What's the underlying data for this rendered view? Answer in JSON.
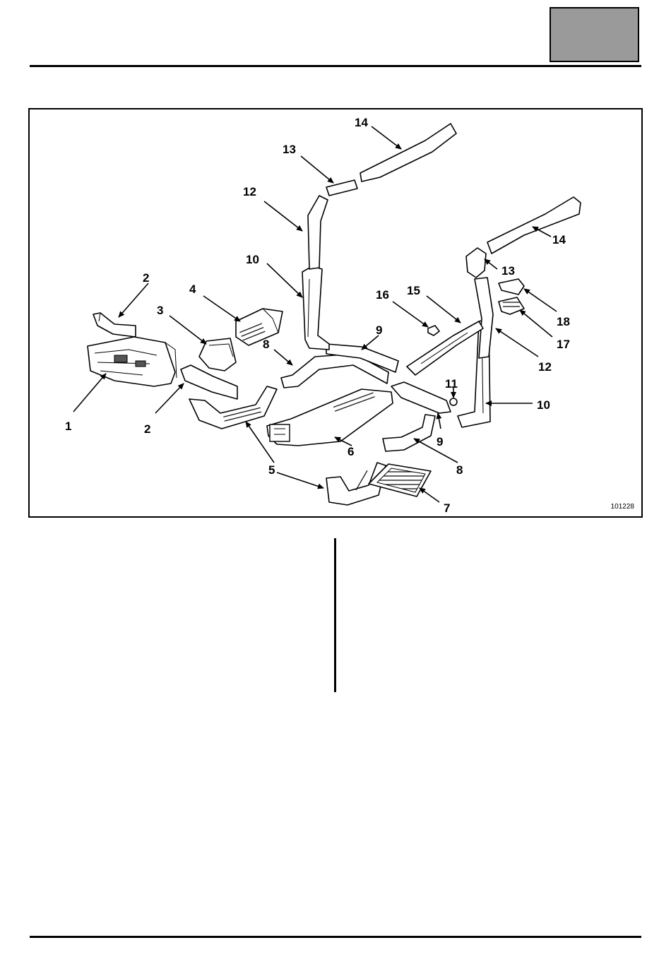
{
  "header": {
    "section_tab": ""
  },
  "figure": {
    "reference": "101228",
    "callouts": [
      "1",
      "2",
      "2",
      "3",
      "4",
      "5",
      "5",
      "6",
      "7",
      "8",
      "8",
      "9",
      "9",
      "10",
      "10",
      "11",
      "12",
      "12",
      "13",
      "13",
      "14",
      "14",
      "15",
      "16",
      "17",
      "18"
    ]
  },
  "colors": {
    "tab_fill": "#9a9a9a",
    "line": "#000000",
    "background": "#ffffff"
  }
}
